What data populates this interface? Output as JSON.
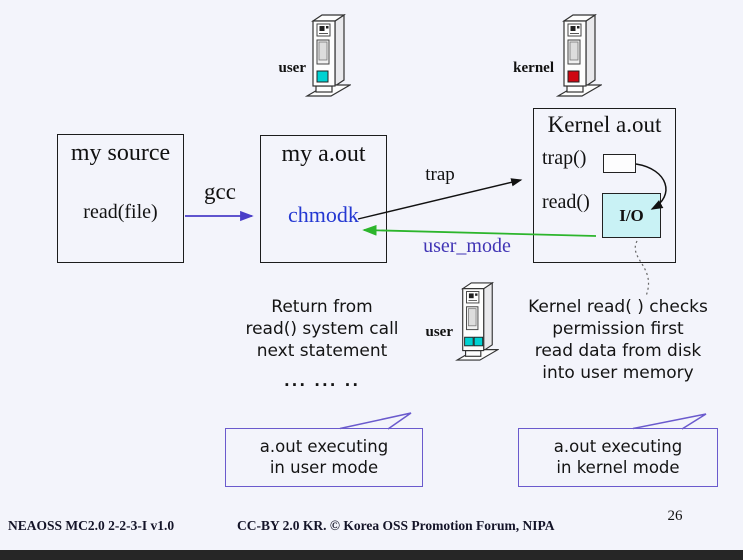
{
  "slide": {
    "page_number": "26",
    "footer_left": "NEAOSS MC2.0 2-2-3-I v1.0",
    "footer_center": "CC-BY 2.0 KR. © Korea OSS Promotion Forum, NIPA"
  },
  "icons": {
    "user_top_label": "user",
    "kernel_top_label": "kernel",
    "user_mid_label": "user"
  },
  "boxes": {
    "my_source": {
      "title": "my source",
      "code": "read(file)"
    },
    "my_aout": {
      "title": "my a.out",
      "code": "chmodk"
    },
    "kernel_aout": {
      "title": "Kernel a.out",
      "trap_fn": "trap()",
      "read_fn": "read()",
      "io": "I/O"
    }
  },
  "labels": {
    "gcc": "gcc",
    "trap": "trap",
    "user_mode": "user_mode"
  },
  "notes": {
    "return_lines": [
      "Return from",
      "read() system call",
      "next statement"
    ],
    "return_dots": "... ... ..",
    "kernel_lines": [
      "Kernel read( ) checks",
      "permission first",
      "read data from disk",
      "into user memory"
    ]
  },
  "callouts": {
    "user": [
      "a.out executing",
      "in user mode"
    ],
    "kernel": [
      "a.out executing",
      "in kernel mode"
    ]
  },
  "colors": {
    "background": "#f3f4fb",
    "box_border": "#1c1c1c",
    "arrow_gcc": "#4a3ec8",
    "arrow_trap": "#111111",
    "arrow_user_mode": "#2cb52c",
    "text_chmodk": "#2438d2",
    "text_user_mode": "#4135b5",
    "bubble_border": "#6a5acd",
    "io_fill": "#c9f2f5",
    "led_cyan": "#00d2d2",
    "led_red": "#cf0712",
    "footer_text": "#141428",
    "bottom_bar": "#262626"
  }
}
